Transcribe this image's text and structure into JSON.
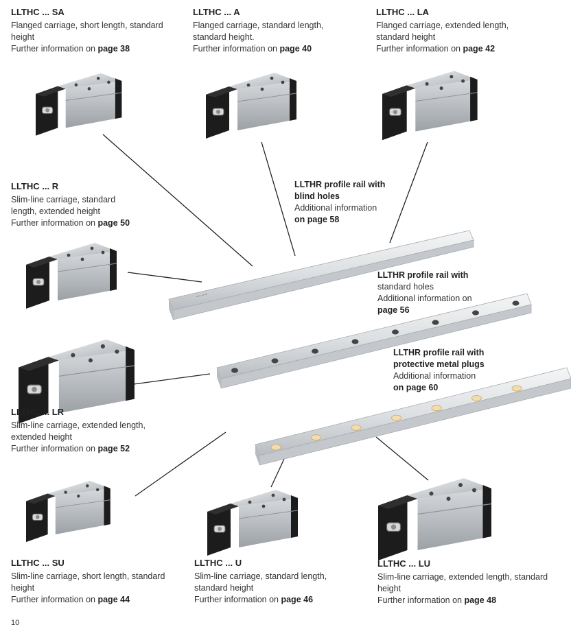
{
  "page": {
    "page_number": "10"
  },
  "carriages": [
    {
      "id": "sa",
      "title": "LLTHC ... SA",
      "desc": "Flanged carriage, short length, standard height",
      "more_prefix": "Further information on",
      "more_page": "page 38"
    },
    {
      "id": "a",
      "title": "LLTHC ... A",
      "desc": "Flanged carriage, standard length, standard height.",
      "more_prefix": "Further information on",
      "more_page": "page 40"
    },
    {
      "id": "la",
      "title": "LLTHC ... LA",
      "desc": "Flanged carriage, extended length, standard height",
      "more_prefix": "Further information on",
      "more_page": "page 42"
    },
    {
      "id": "r",
      "title": "LLTHC ... R",
      "desc": "Slim-line carriage, standard length, extended height",
      "more_prefix": "Further information on",
      "more_page": "page 50"
    },
    {
      "id": "lr",
      "title": "LLTHC ... LR",
      "desc": "Slim-line carriage, extended length, extended height",
      "more_prefix": "Further information on",
      "more_page": "page 52"
    },
    {
      "id": "su",
      "title": "LLTHC ... SU",
      "desc": "Slim-line carriage, short length, standard height",
      "more_prefix": "Further information on",
      "more_page": "page 44"
    },
    {
      "id": "u",
      "title": "LLTHC ... U",
      "desc": "Slim-line carriage, standard length, standard height",
      "more_prefix": "Further information on",
      "more_page": "page 46"
    },
    {
      "id": "lu",
      "title": "LLTHC ... LU",
      "desc": "Slim-line carriage, extended length, standard height",
      "more_prefix": "Further information on",
      "more_page": "page 48"
    }
  ],
  "rails": [
    {
      "id": "blind",
      "title_bold": "LLTH",
      "title_rest": "R profile rail with",
      "subtitle": "blind holes",
      "more_prefix": "Additional information",
      "more_page": "on page 58"
    },
    {
      "id": "standard",
      "title_bold": "LLTH",
      "title_rest": "R profile rail with",
      "subtitle": "standard holes",
      "more_prefix": "Additional information on",
      "more_page": "page 56"
    },
    {
      "id": "plugs",
      "title_bold": "LLTH",
      "title_rest": "R profile rail with",
      "subtitle": "protective metal plugs",
      "more_prefix": "Additional information",
      "more_page": "on page 60"
    }
  ],
  "colors": {
    "rail": "#d9dde1",
    "carriage_body": "#c9cdd1",
    "seal": "#1a1a1a",
    "plug": "#f3dcae",
    "hole": "#444444"
  }
}
